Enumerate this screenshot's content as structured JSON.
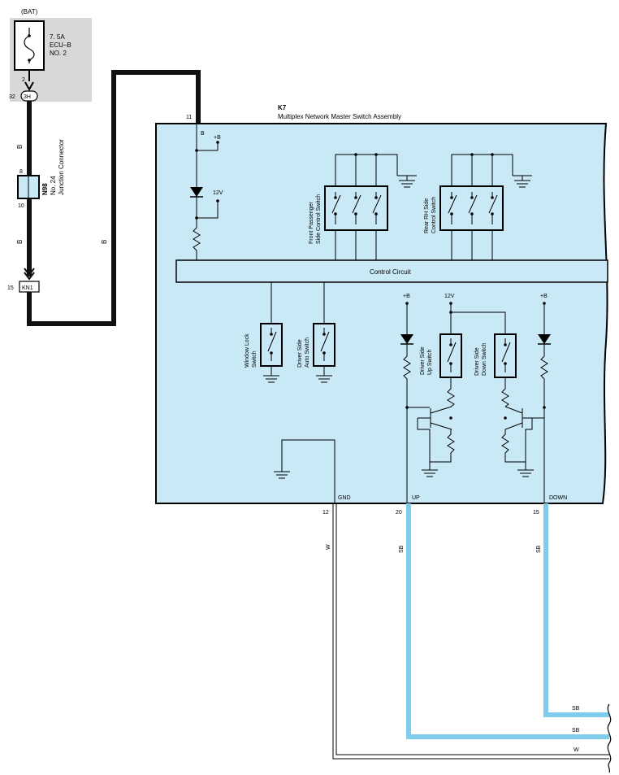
{
  "fuse": {
    "source": "(BAT)",
    "rating": "7. 5A",
    "name_line1": "ECU–B",
    "name_line2": "NO. 2",
    "pin": "2"
  },
  "junction_block": {
    "pin": "32",
    "label": "3H"
  },
  "junction_connector": {
    "id": "N98",
    "name_line1": "No. 24",
    "name_line2": "Junction Connector",
    "pin_in": "8",
    "pin_out": "10"
  },
  "connector_kn1": {
    "pin": "15",
    "label": "KN1"
  },
  "wires": {
    "w_b1": "B",
    "w_b2": "B",
    "w_b3": "B",
    "w_b4": "B",
    "w_w": "W",
    "w_sb1": "SB",
    "w_sb2": "SB",
    "out_sb1": "SB",
    "out_sb2": "SB",
    "out_w": "W"
  },
  "assembly": {
    "id": "K7",
    "name": "Multiplex Network Master Switch Assembly",
    "pin_top": "11",
    "supply_plus_b": "+B",
    "supply_12v": "12V",
    "control_circuit": "Control Circuit"
  },
  "switches": {
    "front_line1": "Front Passenger",
    "front_line2": "Side Control Switch",
    "rear_line1": "Rear RH Side",
    "rear_line2": "Control Switch",
    "window_line1": "Window Lock",
    "window_line2": "Switch",
    "auto_line1": "Driver Side",
    "auto_line2": "Auto Switch",
    "up_line1": "Driver Side",
    "up_line2": "Up Switch",
    "down_line1": "Driver Side",
    "down_line2": "Down Switch"
  },
  "supplies": {
    "up_plus_b": "+B",
    "mid_12v": "12V",
    "down_plus_b": "+B"
  },
  "terminals": {
    "gnd_label": "GND",
    "gnd_pin": "12",
    "up_label": "UP",
    "up_pin": "20",
    "down_label": "DOWN",
    "down_pin": "15"
  },
  "colors": {
    "assembly_fill": "#c9e9f6",
    "fuse_box_fill": "#d8d8d8",
    "wire_black": "#111111",
    "wire_sb": "#7fcdec"
  }
}
